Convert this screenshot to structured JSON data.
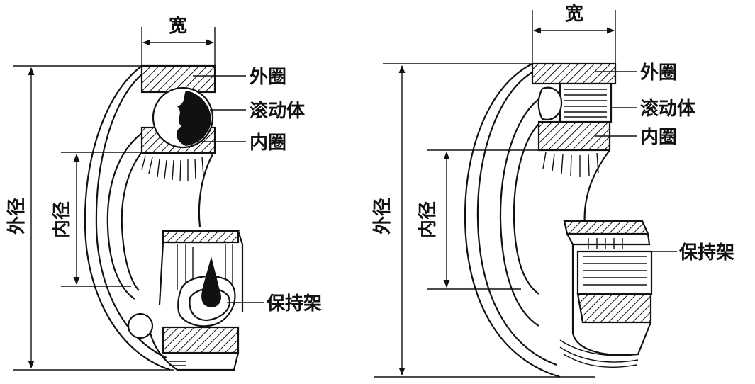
{
  "diagram": {
    "left": {
      "width_label": "宽",
      "outer_diameter_label": "外径",
      "inner_diameter_label": "内径",
      "outer_ring_label": "外圈",
      "rolling_element_label": "滚动体",
      "inner_ring_label": "内圈",
      "cage_label": "保持架"
    },
    "right": {
      "width_label": "宽",
      "outer_diameter_label": "外径",
      "inner_diameter_label": "内径",
      "outer_ring_label": "外圈",
      "rolling_element_label": "滚动体",
      "inner_ring_label": "内圈",
      "cage_label": "保持架"
    }
  }
}
